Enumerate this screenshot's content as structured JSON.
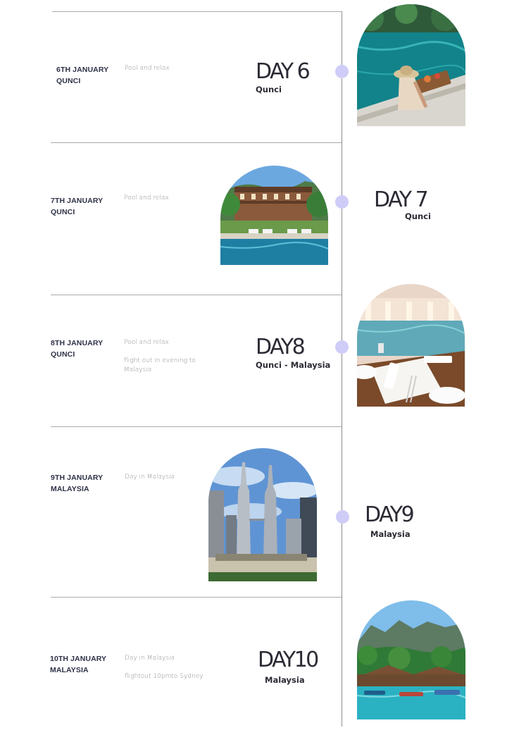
{
  "days": [
    {
      "date_line1": "6TH JANUARY",
      "date_line2": "QUNCI",
      "notes": [
        "Pool and relax"
      ],
      "day_label": "DAY 6",
      "location": "Qunci",
      "image_icon": "pool-woman-photo"
    },
    {
      "date_line1": "7TH JANUARY",
      "date_line2": "QUNCI",
      "notes": [
        "Pool and relax"
      ],
      "day_label": "DAY 7",
      "location": "Qunci",
      "image_icon": "resort-pool-photo"
    },
    {
      "date_line1": "8TH JANUARY",
      "date_line2": "QUNCI",
      "notes": [
        "Pool and relax",
        "flight out in evening to",
        "Malaysia"
      ],
      "day_label": "DAY8",
      "location": "Qunci - Malaysia",
      "image_icon": "poolside-dining-photo"
    },
    {
      "date_line1": "9TH JANUARY",
      "date_line2": "MALAYSIA",
      "notes": [
        "Day in Malaysia"
      ],
      "day_label": "DAY9",
      "location": "Malaysia",
      "image_icon": "petronas-towers-photo"
    },
    {
      "date_line1": "10TH JANUARY",
      "date_line2": "MALAYSIA",
      "notes": [
        "Day in Malaysia",
        "flightout 10pmto Sydney"
      ],
      "day_label": "DAY10",
      "location": "Malaysia",
      "image_icon": "tropical-jetty-photo"
    }
  ],
  "colors": {
    "timeline_dot": "#cfcdf7",
    "timeline_line": "#8f8f8f",
    "heading_text": "#2b2b35"
  }
}
